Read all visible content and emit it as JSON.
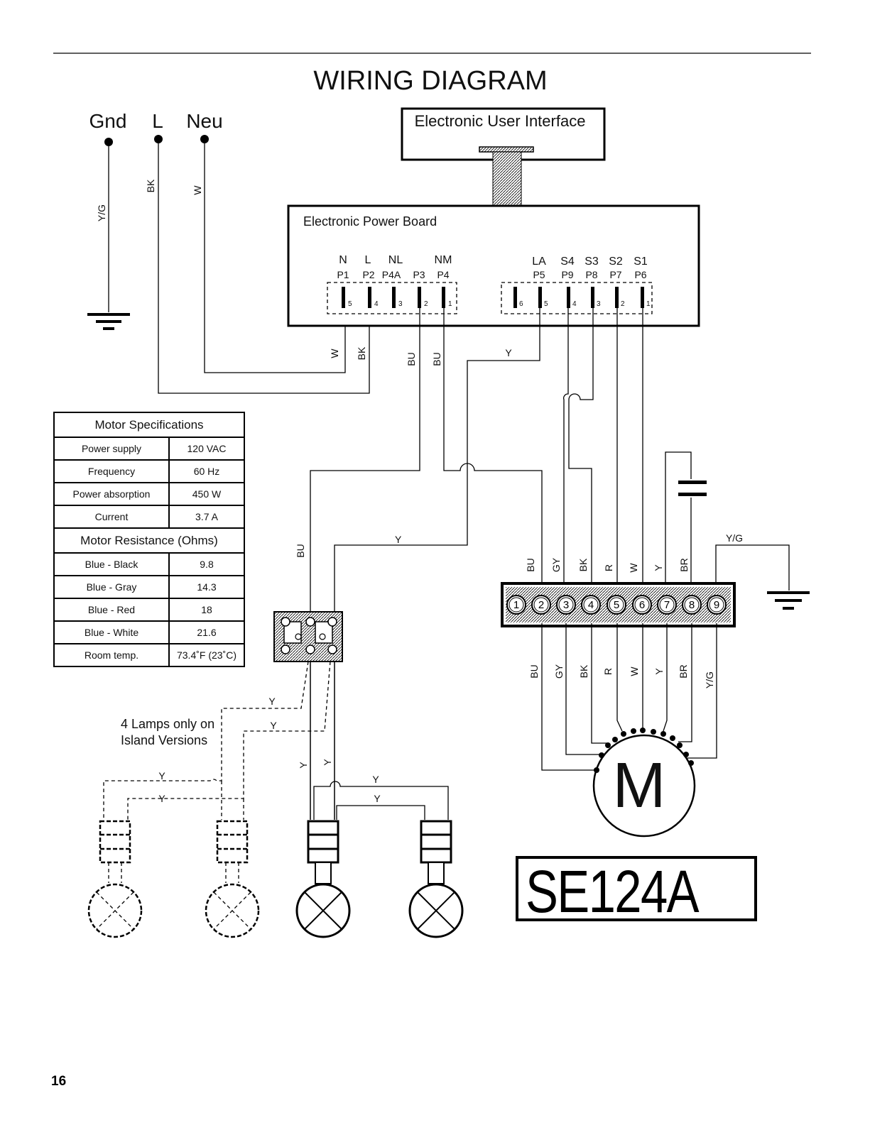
{
  "title": "WIRING DIAGRAM",
  "page_number": "16",
  "model": "SE124A",
  "supply_terminals": {
    "gnd": "Gnd",
    "line": "L",
    "neutral": "Neu"
  },
  "interface_label": "Electronic User Interface",
  "power_board": {
    "label": "Electronic Power Board",
    "left_signals": [
      "N",
      "L",
      "NL",
      "NM"
    ],
    "left_pins": [
      "P1",
      "P2",
      "P4A",
      "P3",
      "P4"
    ],
    "left_numbers": [
      "5",
      "4",
      "3",
      "2",
      "1"
    ],
    "right_signals": [
      "LA",
      "S4",
      "S3",
      "S2",
      "S1"
    ],
    "right_pins": [
      "P5",
      "P9",
      "P8",
      "P7",
      "P6"
    ],
    "right_numbers": [
      "6",
      "5",
      "4",
      "3",
      "2",
      "1"
    ]
  },
  "wire_codes": {
    "yg": "Y/G",
    "bk": "BK",
    "w": "W",
    "bu": "BU",
    "y": "Y",
    "gy": "GY",
    "r": "R",
    "br": "BR"
  },
  "terminal_block": {
    "top_labels": [
      "BU",
      "GY",
      "BK",
      "R",
      "W",
      "Y",
      "BR"
    ],
    "numbers": [
      "1",
      "2",
      "3",
      "4",
      "5",
      "6",
      "7",
      "8",
      "9"
    ],
    "bottom_labels": [
      "BU",
      "GY",
      "BK",
      "R",
      "W",
      "Y",
      "BR",
      "Y/G"
    ]
  },
  "motor_symbol": "M",
  "lamps_note": [
    "4 Lamps only on",
    "Island Versions"
  ],
  "motor_specs": {
    "title": "Motor Specifications",
    "rows": [
      {
        "label": "Power supply",
        "value": "120 VAC"
      },
      {
        "label": "Frequency",
        "value": "60 Hz"
      },
      {
        "label": "Power absorption",
        "value": "450 W"
      },
      {
        "label": "Current",
        "value": "3.7 A"
      }
    ],
    "resistance_title": "Motor Resistance (Ohms)",
    "resistance_rows": [
      {
        "label": "Blue - Black",
        "value": "9.8"
      },
      {
        "label": "Blue - Gray",
        "value": "14.3"
      },
      {
        "label": "Blue - Red",
        "value": "18"
      },
      {
        "label": "Blue - White",
        "value": "21.6"
      },
      {
        "label": "Room temp.",
        "value": "73.4˚F (23˚C)"
      }
    ]
  }
}
